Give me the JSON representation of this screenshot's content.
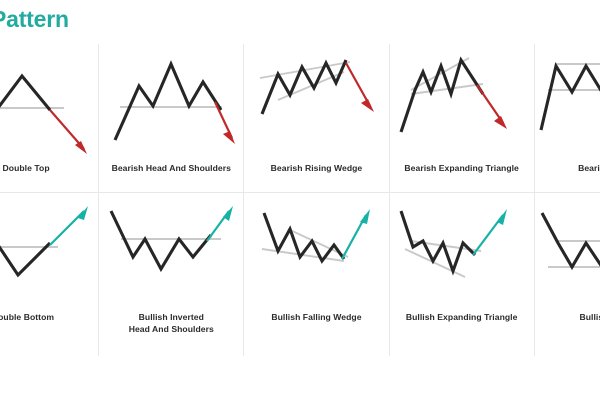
{
  "header": {
    "title": "al Pattern",
    "title_color": "#22ab9f",
    "title_truncated": true
  },
  "palette": {
    "background": "#ffffff",
    "price_line": "#262626",
    "guide_line": "#c9c9c9",
    "bearish_arrow": "#c0282a",
    "bullish_arrow": "#16b2a6",
    "divider": "#e8e8e8",
    "label_text": "#2b2b2b"
  },
  "grid": {
    "columns": 5,
    "rows": 2
  },
  "patterns": [
    {
      "id": "bearish-double-top",
      "label": "Double Top",
      "label_truncated": true,
      "row": "bearish",
      "direction": "down",
      "arrow_color": "#c0282a",
      "guides": "horizontal-neckline"
    },
    {
      "id": "bearish-head-and-shoulders",
      "label": "Bearish Head And Shoulders",
      "row": "bearish",
      "direction": "down",
      "arrow_color": "#c0282a",
      "guides": "horizontal-neckline"
    },
    {
      "id": "bearish-rising-wedge",
      "label": "Bearish Rising Wedge",
      "row": "bearish",
      "direction": "down",
      "arrow_color": "#c0282a",
      "guides": "converging-ascending"
    },
    {
      "id": "bearish-expanding-triangle",
      "label": "Bearish Expanding Triangle",
      "row": "bearish",
      "direction": "down",
      "arrow_color": "#c0282a",
      "guides": "diverging-ascending"
    },
    {
      "id": "bearish-triple-top",
      "label": "Bearish Triple",
      "label_truncated": true,
      "row": "bearish",
      "direction": "down",
      "arrow_color": "#c0282a",
      "guides": "horizontal-channel"
    },
    {
      "id": "bullish-double-bottom",
      "label": "ouble Bottom",
      "label_truncated": true,
      "row": "bullish",
      "direction": "up",
      "arrow_color": "#16b2a6",
      "guides": "horizontal-neckline"
    },
    {
      "id": "bullish-inverted-head-and-shoulders",
      "label": "Bullish Inverted\nHead And Shoulders",
      "row": "bullish",
      "direction": "up",
      "arrow_color": "#16b2a6",
      "guides": "horizontal-neckline"
    },
    {
      "id": "bullish-falling-wedge",
      "label": "Bullish Falling Wedge",
      "row": "bullish",
      "direction": "up",
      "arrow_color": "#16b2a6",
      "guides": "converging-descending"
    },
    {
      "id": "bullish-expanding-triangle",
      "label": "Bullish Expanding Triangle",
      "row": "bullish",
      "direction": "up",
      "arrow_color": "#16b2a6",
      "guides": "diverging-descending"
    },
    {
      "id": "bullish-triple-bottom",
      "label": "Bullish Triple",
      "label_truncated": true,
      "row": "bullish",
      "direction": "up",
      "arrow_color": "#16b2a6",
      "guides": "horizontal-channel"
    }
  ]
}
